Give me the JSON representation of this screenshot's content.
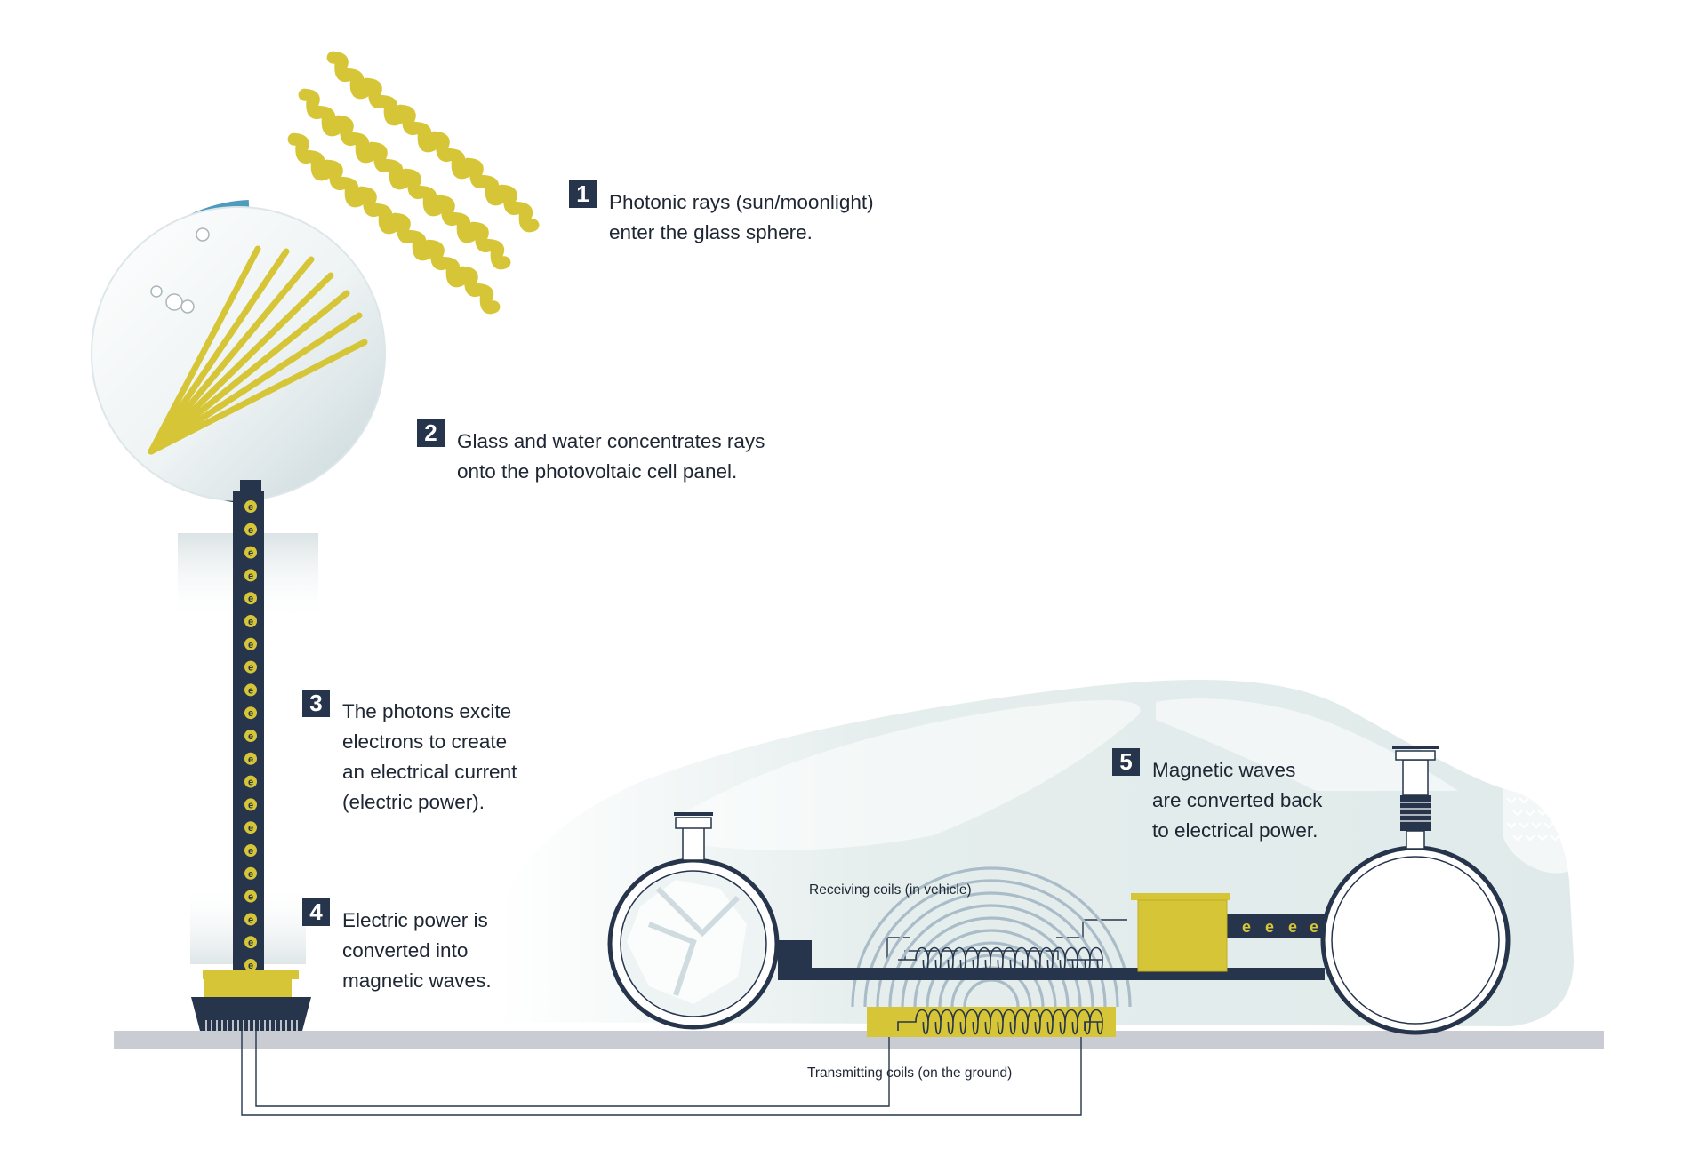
{
  "colors": {
    "navy": "#26354b",
    "yellow": "#d6c637",
    "ground": "#c9ccd3",
    "sphere_arc": "#4f9bbd",
    "car_body": "#e2eceb"
  },
  "steps": [
    {
      "num": "1",
      "text": "Photonic rays (sun/moonlight)\nenter the glass sphere."
    },
    {
      "num": "2",
      "text": "Glass and water concentrates rays\nonto the photovoltaic cell panel."
    },
    {
      "num": "3",
      "text": "The photons excite\nelectrons to create\nan electrical current\n(electric power)."
    },
    {
      "num": "4",
      "text": "Electric power is\nconverted into\nmagnetic waves."
    },
    {
      "num": "5",
      "text": "Magnetic waves\nare converted back\nto electrical power."
    }
  ],
  "labels": {
    "receiving": "Receiving coils (in vehicle)",
    "transmitting": "Transmitting coils (on the ground)"
  },
  "electron_symbol": "e"
}
